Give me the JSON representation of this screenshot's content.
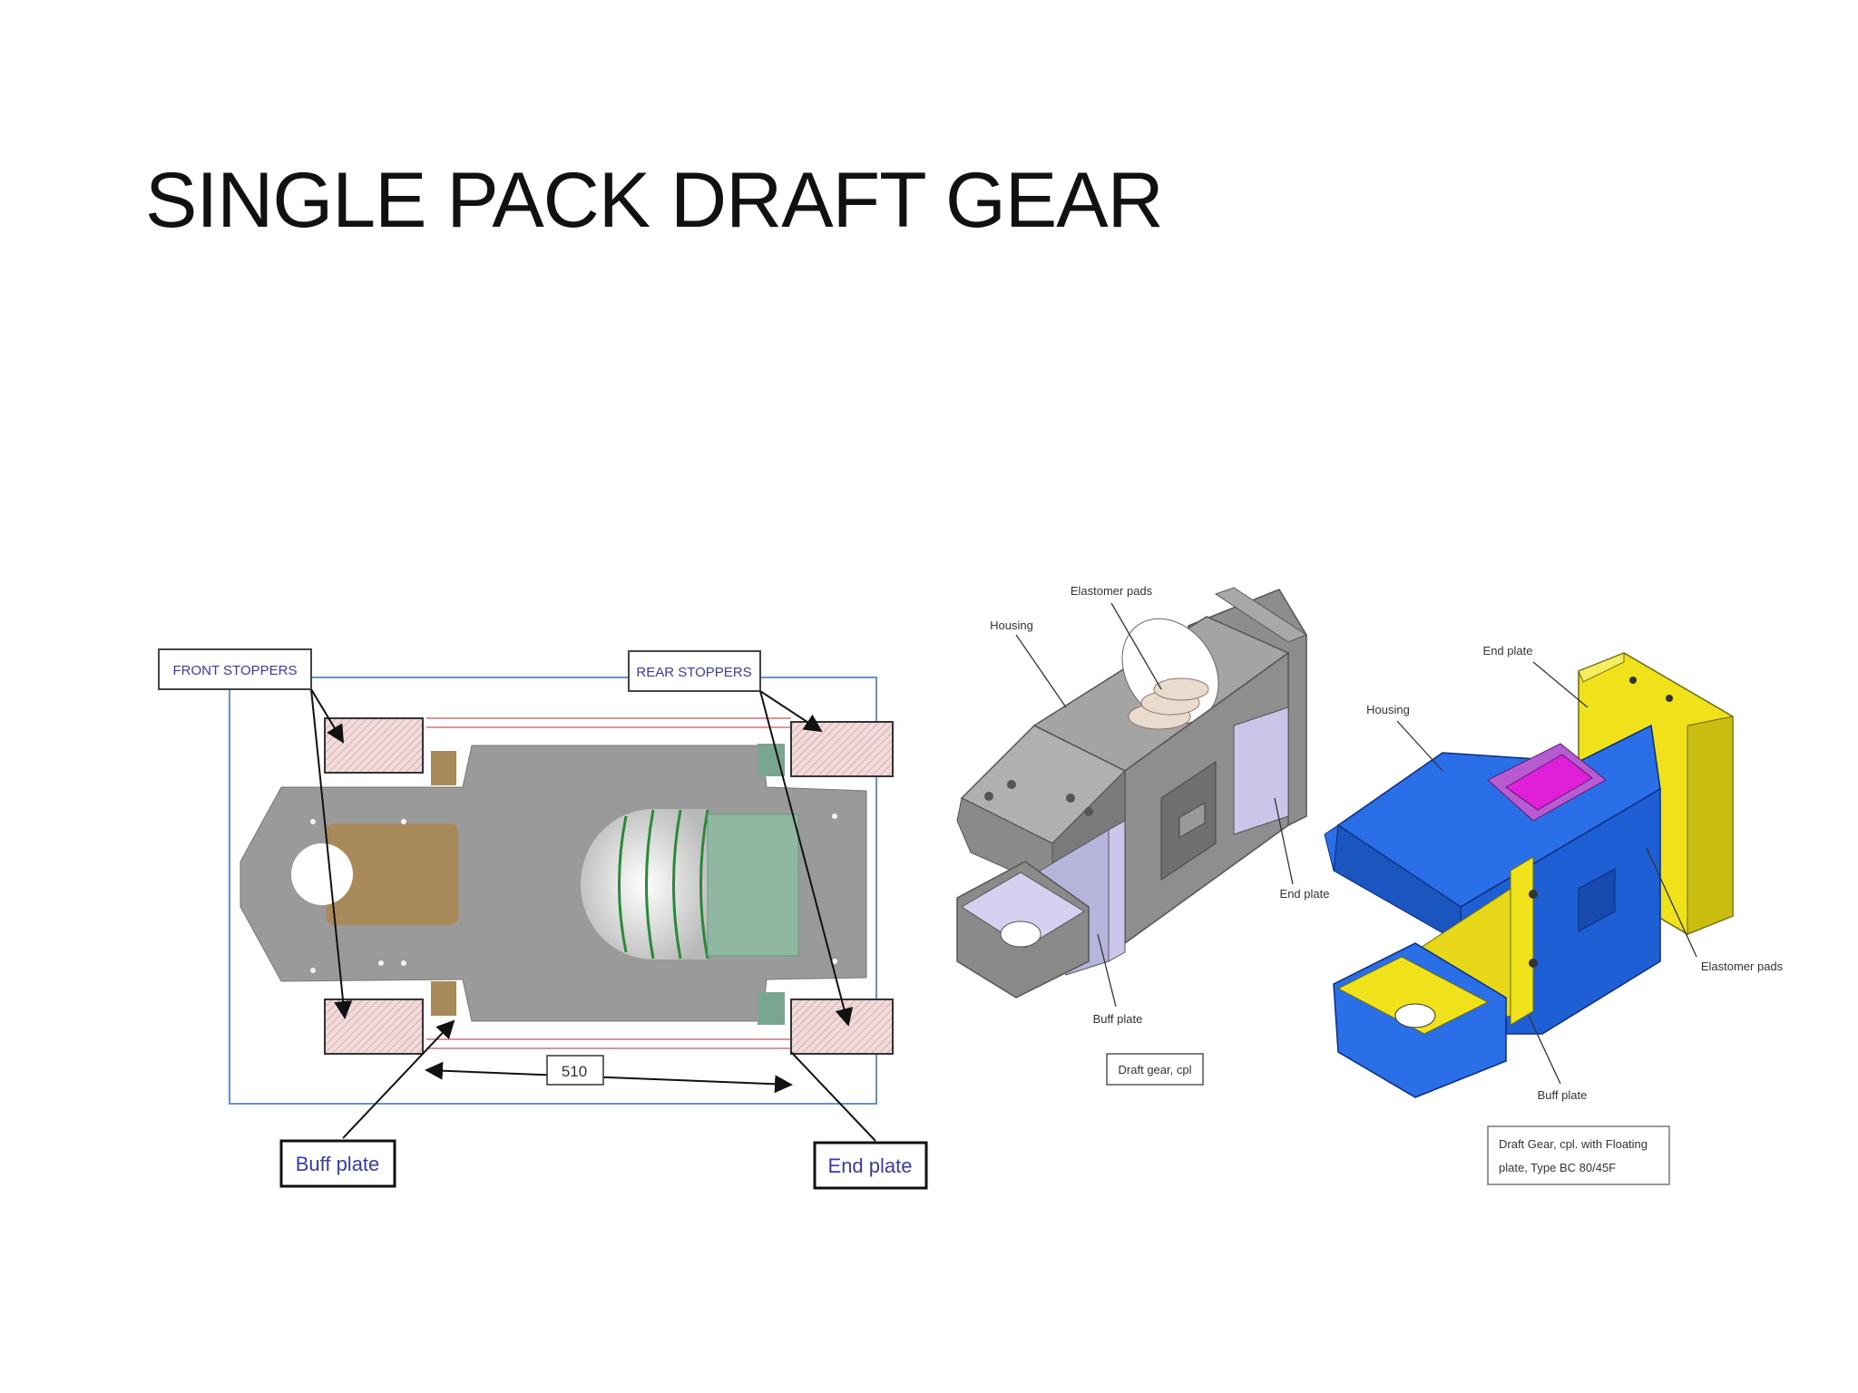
{
  "slide": {
    "title": "SINGLE PACK DRAFT GEAR"
  },
  "left_drawing": {
    "front_stoppers": "FRONT STOPPERS",
    "rear_stoppers": "REAR STOPPERS",
    "dimension": "510",
    "buff_plate": "Buff plate",
    "end_plate": "End plate"
  },
  "middle_model": {
    "elastomer_pads": "Elastomer pads",
    "housing": "Housing",
    "end_plate": "End plate",
    "buff_plate": "Buff plate",
    "caption": "Draft gear, cpl"
  },
  "right_model": {
    "end_plate": "End plate",
    "housing": "Housing",
    "elastomer_pads": "Elastomer pads",
    "buff_plate": "Buff plate",
    "caption_line1": "Draft Gear, cpl. with Floating",
    "caption_line2": "plate, Type BC 80/45F"
  },
  "colors": {
    "housing_grey": "#9a9a9a",
    "buff_lilac": "#c9c6ea",
    "housing_blue": "#1f5fd6",
    "plate_yellow": "#efe21a",
    "pad_magenta": "#e020d8",
    "stopper_pink": "#eed6d6",
    "label_blue": "#3a3aa8"
  }
}
